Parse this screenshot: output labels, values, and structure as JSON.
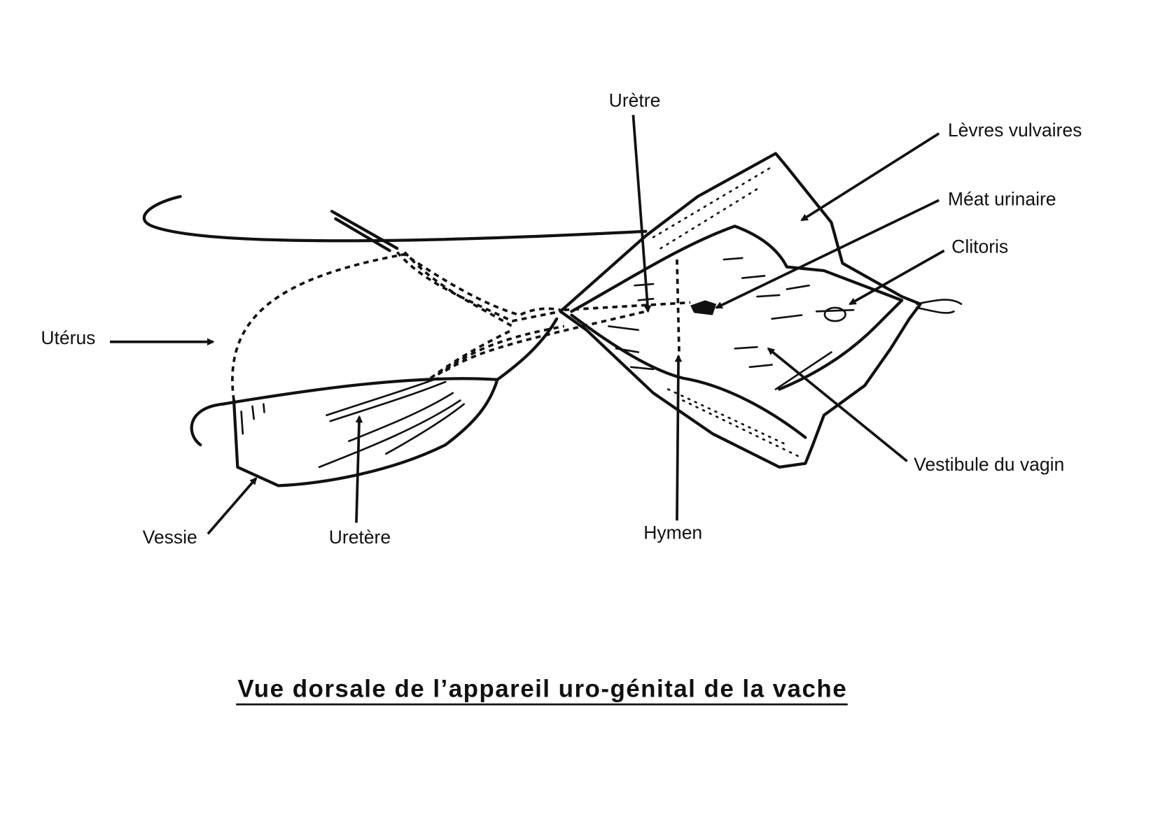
{
  "title": "Vue dorsale de l’appareil uro-génital de la vache",
  "labels": {
    "uretre": "Urètre",
    "levres": "Lèvres vulvaires",
    "meat": "Méat urinaire",
    "clitoris": "Clitoris",
    "uterus": "Utérus",
    "vestibule": "Vestibule du vagin",
    "vessie": "Vessie",
    "uretere": "Uretère",
    "hymen": "Hymen"
  }
}
